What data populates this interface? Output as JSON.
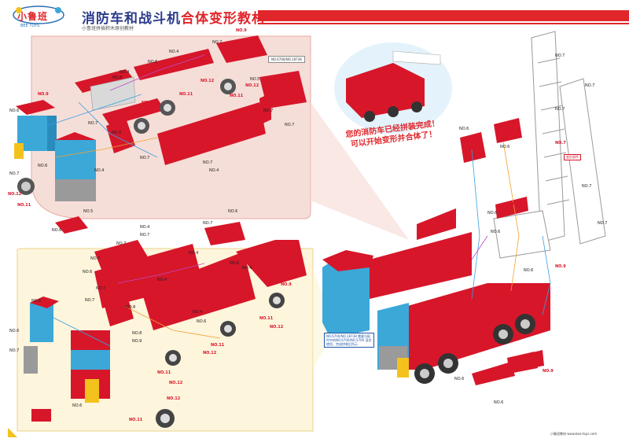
{
  "header": {
    "logo_text": "小鲁班",
    "logo_sub": "BEE TOYS",
    "title_part1": "消防车和战斗机",
    "title_part2": "合体变形教材",
    "subtitle": "小鲁班拼插积木原创教材"
  },
  "completion_note": {
    "line1": "您的消防车已经拼装完成！",
    "line2": "可以开始变形并合体了！"
  },
  "info_box_1": "NO.6700/NO.18738",
  "info_box_2": "NO.6700/NO.18738 需要与配件中的NO.6700/NO.5700 混合使用，完成拼装后所示",
  "tag_box": "变形部件",
  "footer": "小鲁班教材  www.bee-toys.com",
  "part_labels": {
    "no4": "NO.4",
    "no5": "NO.5",
    "no6": "NO.6",
    "no7": "NO.7",
    "no8": "NO.8",
    "no9": "NO.9",
    "no11": "NO.11",
    "no12": "NO.12"
  },
  "colors": {
    "brand_red": "#e0262b",
    "brick_red": "#d7162a",
    "brick_blue": "#3ba8d8",
    "brick_grey": "#9a9a9a",
    "brick_yellow": "#f4c21c",
    "title_blue": "#2b3c8c",
    "panel_pink": "#f6ded8",
    "panel_cream": "#fdf5dc",
    "arrow_blue": "#3aa0e0",
    "arrow_purple": "#c04ac8",
    "arrow_orange": "#f0a030"
  }
}
